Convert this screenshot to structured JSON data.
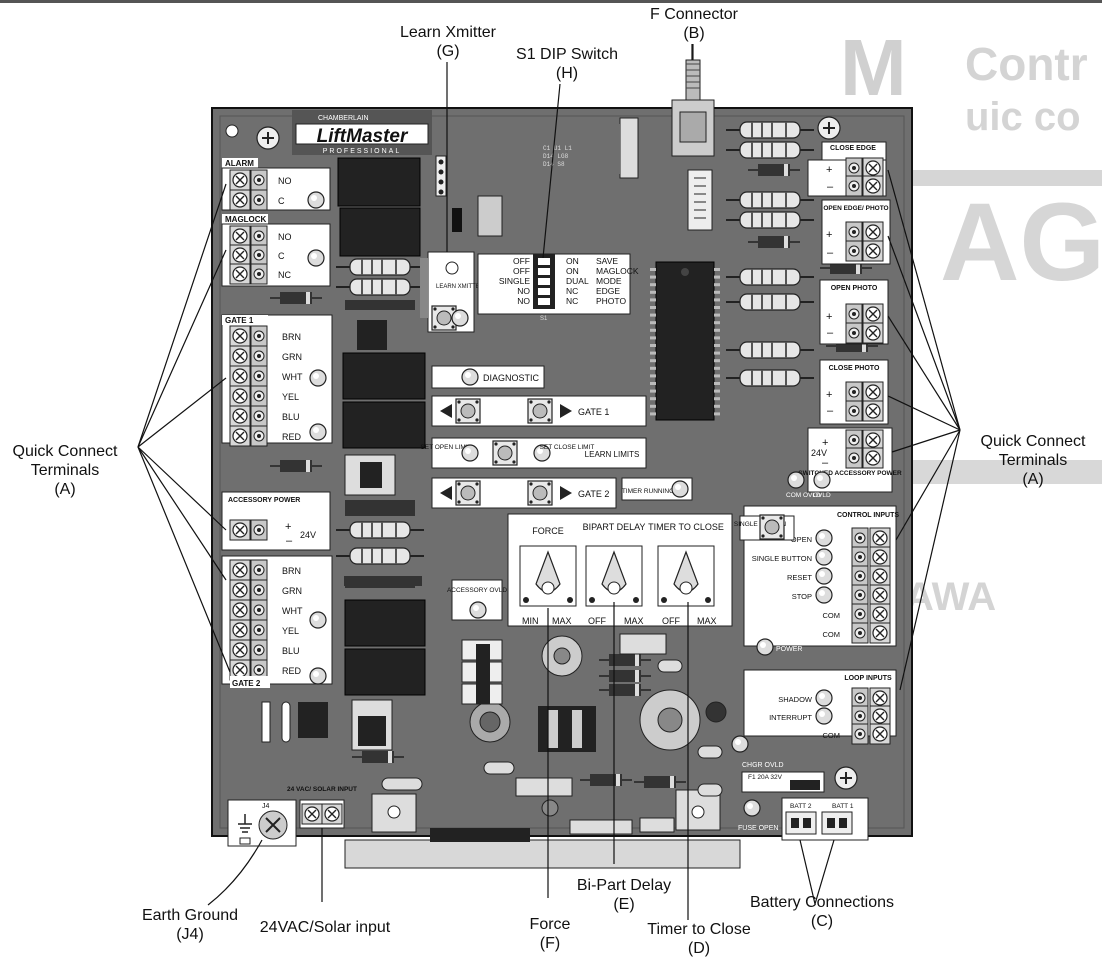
{
  "callouts": {
    "learn_xmitter": {
      "name": "Learn Xmitter",
      "code": "(G)"
    },
    "s1_dip_switch": {
      "name": "S1 DIP Switch",
      "code": "(H)"
    },
    "f_connector": {
      "name": "F Connector",
      "code": "(B)"
    },
    "quick_connect_left": {
      "line1": "Quick Connect",
      "line2": "Terminals",
      "code": "(A)"
    },
    "quick_connect_right": {
      "line1": "Quick Connect",
      "line2": "Terminals",
      "code": "(A)"
    },
    "earth_ground": {
      "name": "Earth Ground",
      "code": "(J4)"
    },
    "solar_input": {
      "name": "24VAC/Solar input"
    },
    "force": {
      "name": "Force",
      "code": "(F)"
    },
    "bipart_delay": {
      "name": "Bi-Part Delay",
      "code": "(E)"
    },
    "timer_to_close": {
      "name": "Timer to Close",
      "code": "(D)"
    },
    "battery_connections": {
      "name": "Battery Connections",
      "code": "(C)"
    }
  },
  "board": {
    "brand": "LiftMaster",
    "brand_tag": "PROFESSIONAL",
    "brand_top": "CHAMBERLAIN",
    "alarm": {
      "title": "ALARM",
      "terms": [
        "NO",
        "C"
      ]
    },
    "maglock": {
      "title": "MAGLOCK",
      "terms": [
        "NO",
        "C",
        "NC"
      ]
    },
    "gate1": {
      "title": "GATE 1",
      "terms": [
        "BRN",
        "GRN",
        "WHT",
        "YEL",
        "BLU",
        "RED"
      ]
    },
    "gate2": {
      "title": "GATE 2",
      "terms": [
        "BRN",
        "GRN",
        "WHT",
        "YEL",
        "BLU",
        "RED"
      ]
    },
    "accessory_power": {
      "title": "ACCESSORY POWER",
      "plus": "+",
      "volts": "24V",
      "minus": "–"
    },
    "learn_xmitter": "LEARN XMITTER",
    "dip_rows": [
      {
        "left": "OFF",
        "right": "ON",
        "fn": "SAVE"
      },
      {
        "left": "OFF",
        "right": "ON",
        "fn": "MAGLOCK"
      },
      {
        "left": "SINGLE",
        "right": "DUAL",
        "fn": "MODE"
      },
      {
        "left": "NO",
        "right": "NC",
        "fn": "EDGE"
      },
      {
        "left": "NO",
        "right": "NC",
        "fn": "PHOTO"
      }
    ],
    "diagnostic": "DIAGNOSTIC",
    "gate_1_btn": "GATE 1",
    "gate_2_btn": "GATE 2",
    "set_open_limit": "SET OPEN LIMIT",
    "set_close_limit": "SET CLOSE LIMIT",
    "learn_limits": "LEARN LIMITS",
    "timer_running": "TIMER RUNNING",
    "force_pot": {
      "title": "FORCE",
      "min": "MIN",
      "max": "MAX"
    },
    "bipart_pot": {
      "title": "BIPART DELAY",
      "min": "OFF",
      "max": "MAX"
    },
    "timer_pot": {
      "title": "TIMER TO CLOSE",
      "min": "OFF",
      "max": "MAX"
    },
    "single_button": "SINGLE BUTTON",
    "accessory_ovld": "ACCESSORY OVLD",
    "close_edge": "CLOSE EDGE",
    "open_edge_photo": "OPEN EDGE/ PHOTO",
    "open_photo": "OPEN PHOTO",
    "close_photo": "CLOSE PHOTO",
    "switched_power": "SWITCHED ACCESSORY POWER",
    "com_ovld": "COM OVLD",
    "ovld": "OVLD",
    "v24": "24V",
    "control_inputs": {
      "title": "CONTROL INPUTS",
      "items": [
        "OPEN",
        "SINGLE BUTTON",
        "RESET",
        "STOP",
        "COM",
        "COM"
      ]
    },
    "power": "POWER",
    "loop_inputs": {
      "title": "LOOP INPUTS",
      "items": [
        "SHADOW",
        "INTERRUPT",
        "COM"
      ]
    },
    "chgr_ovld": "CHGR OVLD",
    "fuse_f1": "F1 20A 32V",
    "fuse_open": "FUSE OPEN",
    "batt2": "BATT 2",
    "batt1": "BATT 1",
    "solar_input": "24 VAC/ SOLAR INPUT",
    "j4": "J4"
  }
}
